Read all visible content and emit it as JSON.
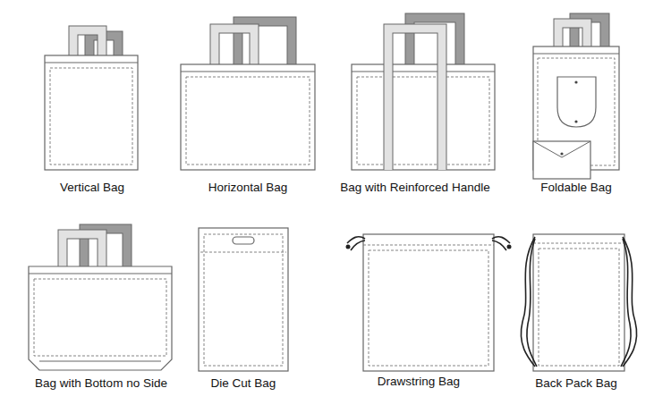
{
  "diagram": {
    "labels": [
      "Vertical Bag",
      "Horizontal Bag",
      "Bag with Reinforced Handle",
      "Foldable Bag",
      "Bag with Bottom no Side",
      "Die Cut Bag",
      "Drawstring Bag",
      "Back Pack Bag"
    ]
  }
}
